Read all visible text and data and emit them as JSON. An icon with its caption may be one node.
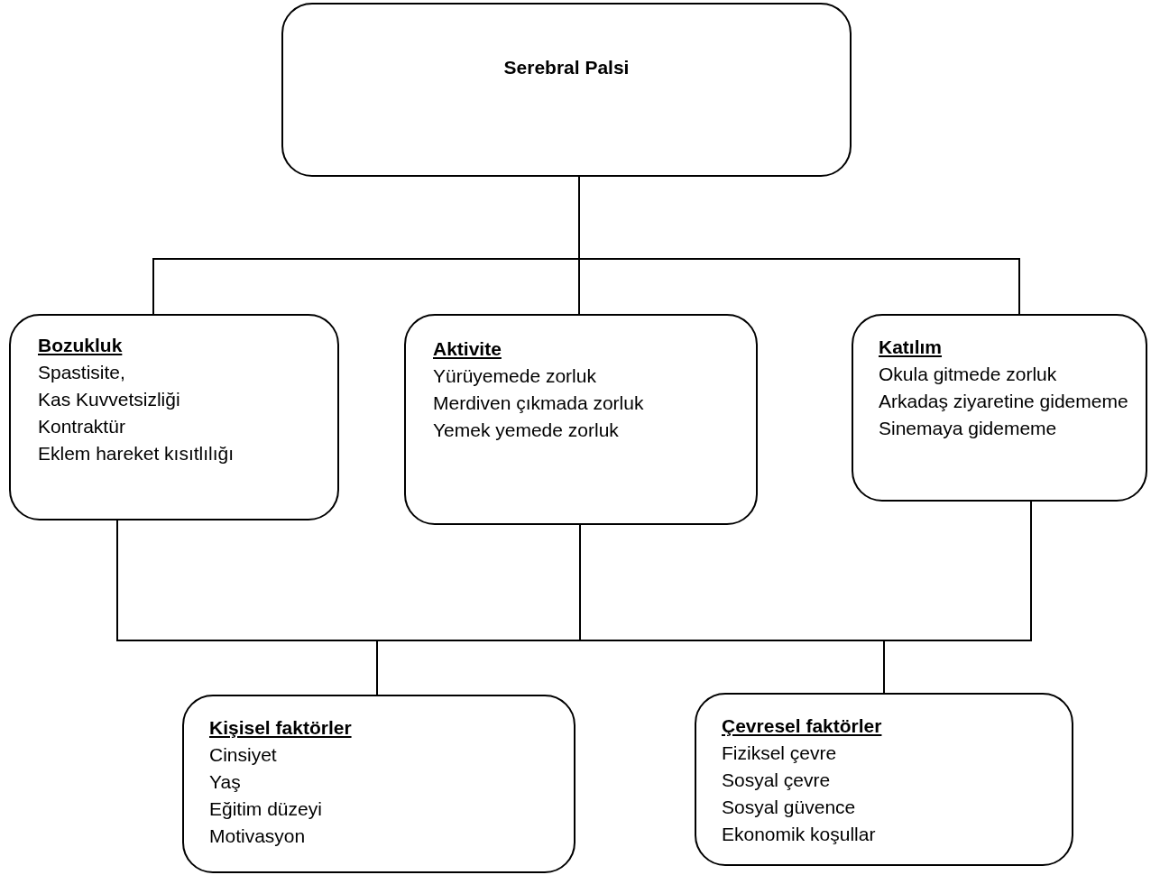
{
  "diagram": {
    "nodes": [
      {
        "text": [
          "Serebral Palsi"
        ]
      },
      {
        "text": [
          "Bozukluk",
          "Spastisite,",
          "Kas Kuvvetsizliği",
          "Kontraktür",
          "Eklem hareket kısıtlılığı"
        ]
      },
      {
        "text": [
          "Aktivite",
          "Yürüyemede zorluk",
          "Merdiven çıkmada zorluk",
          "Yemek yemede zorluk"
        ]
      },
      {
        "text": [
          "Katılım",
          "Okula gitmede zorluk",
          "Arkadaş ziyaretine gidememe",
          "Sinemaya gidememe"
        ]
      },
      {
        "text": [
          "Kişisel faktörler",
          "Cinsiyet",
          "Yaş",
          "Eğitim düzeyi",
          "Motivasyon"
        ]
      },
      {
        "text": [
          "Çevresel faktörler",
          "Fiziksel çevre",
          "Sosyal çevre",
          "Sosyal güvence",
          "Ekonomik koşullar"
        ]
      }
    ],
    "edges": [
      {
        "from": 0,
        "to": 1,
        "arrow": "none"
      },
      {
        "from": 0,
        "to": 2,
        "arrow": "none"
      },
      {
        "from": 0,
        "to": 3,
        "arrow": "none"
      },
      {
        "from": 1,
        "to": 4,
        "arrow": "none"
      },
      {
        "from": 1,
        "to": 5,
        "arrow": "none"
      },
      {
        "from": 2,
        "to": 4,
        "arrow": "none"
      },
      {
        "from": 2,
        "to": 5,
        "arrow": "none"
      },
      {
        "from": 3,
        "to": 4,
        "arrow": "none"
      },
      {
        "from": 3,
        "to": 5,
        "arrow": "none"
      }
    ]
  }
}
